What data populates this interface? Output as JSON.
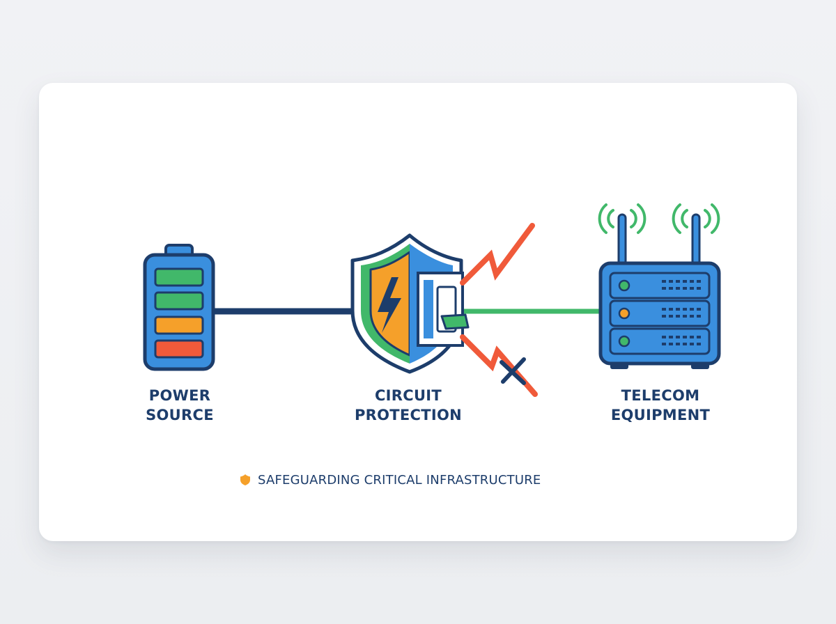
{
  "nodes": {
    "power": {
      "line1": "POWER",
      "line2": "SOURCE"
    },
    "circuit": {
      "line1": "CIRCUIT",
      "line2": "PROTECTION"
    },
    "telecom": {
      "line1": "TELECOM",
      "line2": "EQUIPMENT"
    }
  },
  "footer": {
    "text": "SAFEGUARDING CRITICAL INFRASTRUCTURE"
  },
  "colors": {
    "navy": "#1d3d6b",
    "battery_blue": "#3a8fde",
    "green": "#41b86a",
    "orange": "#f5a02a",
    "red": "#f05a3a",
    "background_card": "#ffffff"
  },
  "icons": [
    "battery-icon",
    "shield-lightning-icon",
    "circuit-breaker-icon",
    "surge-bolt-icon",
    "blocked-x-icon",
    "router-server-icon",
    "wifi-signal-icon",
    "shield-small-icon"
  ]
}
